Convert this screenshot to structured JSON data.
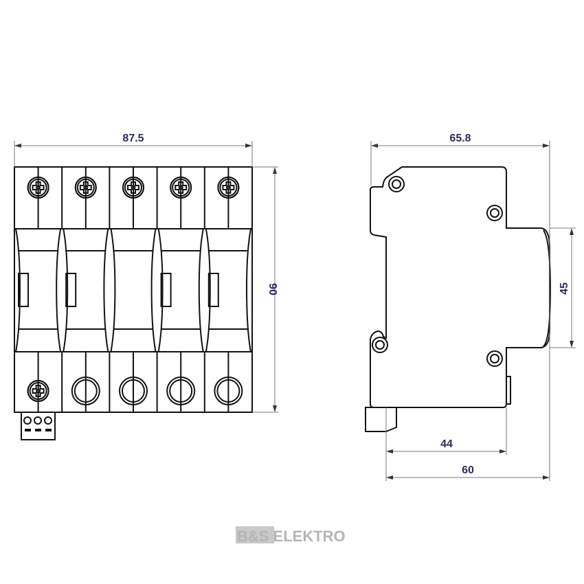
{
  "front_view": {
    "width_label": "87.5",
    "height_label": "90",
    "poles": 5,
    "bottom_screws": 1
  },
  "side_view": {
    "depth_label": "65.8",
    "front_height_label": "45",
    "rail_to_face_label": "44",
    "rail_to_front_label": "60"
  },
  "watermark": "B&S ELEKTRO",
  "colors": {
    "dimension_text": "#2b2d5a",
    "outline": "#111111",
    "dimension_line": "#777777",
    "watermark": "#b5b5b5"
  }
}
